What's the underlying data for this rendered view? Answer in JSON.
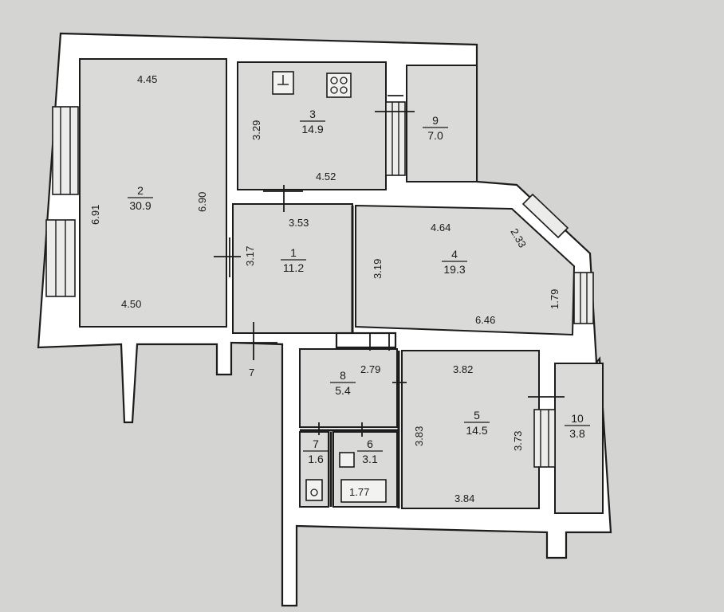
{
  "rooms": [
    {
      "num": "1",
      "area": "11.2"
    },
    {
      "num": "2",
      "area": "30.9"
    },
    {
      "num": "3",
      "area": "14.9"
    },
    {
      "num": "4",
      "area": "19.3"
    },
    {
      "num": "5",
      "area": "14.5"
    },
    {
      "num": "6",
      "area": "3.1"
    },
    {
      "num": "7",
      "area": "1.6"
    },
    {
      "num": "8",
      "area": "5.4"
    },
    {
      "num": "9",
      "area": "7.0"
    },
    {
      "num": "10",
      "area": "3.8"
    }
  ],
  "dimensions": {
    "r2_top": "4.45",
    "r2_left": "6.91",
    "r2_right": "6.90",
    "r2_bottom": "4.50",
    "r3_left": "3.29",
    "r3_bottom": "4.52",
    "r1_top": "3.53",
    "r1_left": "3.17",
    "r4_top": "4.64",
    "r4_diag": "2.33",
    "r4_left": "3.19",
    "r4_right": "1.79",
    "r4_bottom": "6.46",
    "r8_top": "2.79",
    "r5_top": "3.82",
    "r5_left": "3.83",
    "r5_right": "3.73",
    "r5_bottom": "3.84",
    "r6_bottom": "1.77"
  },
  "corridor_label": "7"
}
